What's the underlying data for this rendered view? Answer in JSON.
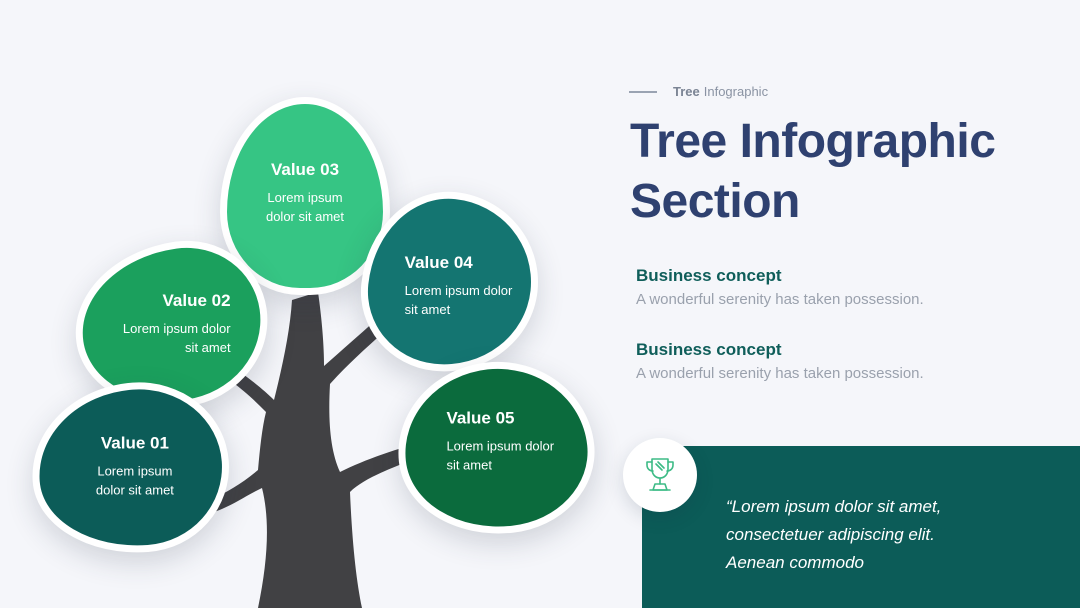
{
  "eyebrow": {
    "strong": "Tree",
    "rest": "Infographic"
  },
  "title": {
    "line1": "Tree Infographic",
    "line2": "Section"
  },
  "concepts": [
    {
      "title": "Business concept",
      "desc": "A wonderful serenity has taken possession."
    },
    {
      "title": "Business concept",
      "desc": "A wonderful serenity has taken possession."
    }
  ],
  "quote": {
    "line1": "“Lorem ipsum dolor sit amet,",
    "line2": "consectetuer adipiscing elit.",
    "line3": "Aenean commodo"
  },
  "leaves": {
    "v01": {
      "label": "Value 01",
      "desc_l1": "Lorem ipsum",
      "desc_l2": "dolor sit amet"
    },
    "v02": {
      "label": "Value 02",
      "desc_l1": "Lorem ipsum dolor",
      "desc_l2": "sit amet"
    },
    "v03": {
      "label": "Value 03",
      "desc_l1": "Lorem ipsum",
      "desc_l2": "dolor sit amet"
    },
    "v04": {
      "label": "Value 04",
      "desc_l1": "Lorem ipsum dolor",
      "desc_l2": "sit amet"
    },
    "v05": {
      "label": "Value 05",
      "desc_l1": "Lorem ipsum dolor",
      "desc_l2": "sit amet"
    }
  },
  "icons": {
    "badge": "trophy-icon"
  },
  "colors": {
    "background": "#f5f6fa",
    "trunk": "#414144",
    "title": "#2f4170",
    "accent_dark": "#0c5c58",
    "leaf_01": "#0c5c58",
    "leaf_02": "#1ba05d",
    "leaf_03": "#36c584",
    "leaf_04": "#147571",
    "leaf_05": "#0b6b3d"
  }
}
